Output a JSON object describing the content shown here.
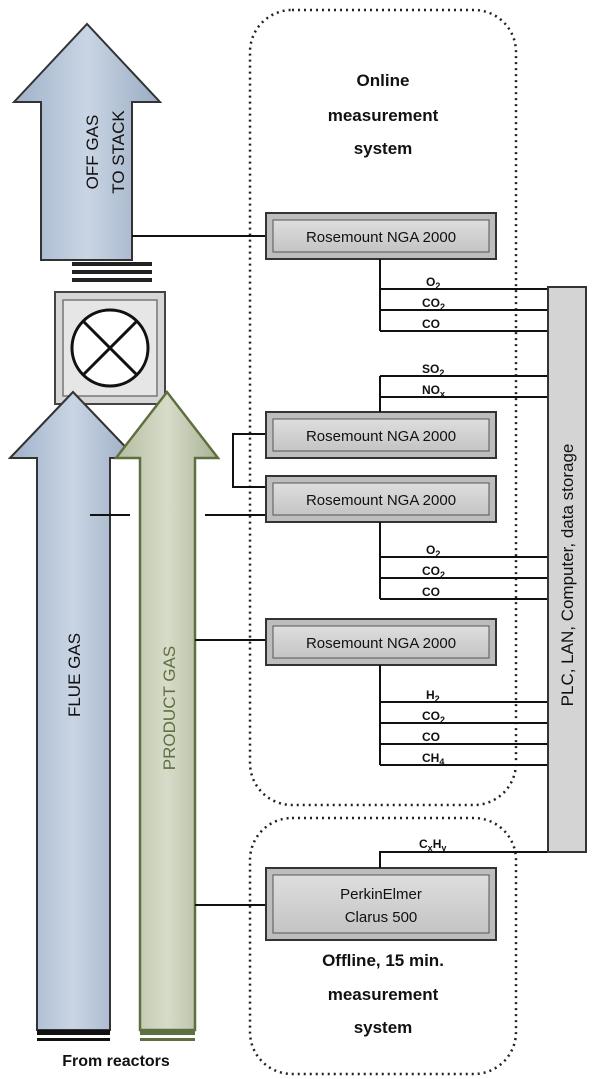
{
  "regions": {
    "online_title": [
      "Online",
      "measurement",
      "system"
    ],
    "offline_title": [
      "Offline, 15 min.",
      "measurement",
      "system"
    ]
  },
  "arrows": {
    "off_gas": [
      "OFF GAS",
      "TO STACK"
    ],
    "flue_gas": "FLUE GAS",
    "product_gas": "PRODUCT GAS"
  },
  "analyzers": {
    "nga1": "Rosemount NGA 2000",
    "nga2": "Rosemount NGA 2000",
    "nga3": "Rosemount NGA 2000",
    "nga4": "Rosemount NGA 2000",
    "perkin": [
      "PerkinElmer",
      "Clarus 500"
    ]
  },
  "signals": {
    "nga1": [
      {
        "base": "O",
        "sub": "2"
      },
      {
        "base": "CO",
        "sub": "2"
      },
      {
        "base": "CO",
        "sub": ""
      }
    ],
    "nga2": [
      {
        "base": "SO",
        "sub": "2"
      },
      {
        "base": "NO",
        "sub": "x"
      }
    ],
    "nga3": [
      {
        "base": "O",
        "sub": "2"
      },
      {
        "base": "CO",
        "sub": "2"
      },
      {
        "base": "CO",
        "sub": ""
      }
    ],
    "nga4": [
      {
        "base": "H",
        "sub": "2"
      },
      {
        "base": "CO",
        "sub": "2"
      },
      {
        "base": "CO",
        "sub": ""
      },
      {
        "base": "CH",
        "sub": "4"
      }
    ],
    "perkin": {
      "base1": "C",
      "sub1": "x",
      "base2": "H",
      "sub2": "y"
    }
  },
  "plc_label": "PLC, LAN, Computer, data storage",
  "from_reactors": "From reactors",
  "colors": {
    "arrow_blue": "#b9c8dc",
    "arrow_green": "#c9d0b8",
    "green_stroke": "#6b7d46",
    "box_fill": "#d2d2d2",
    "line": "#1a1a1a"
  },
  "icons": {
    "valve": "valve-icon"
  }
}
